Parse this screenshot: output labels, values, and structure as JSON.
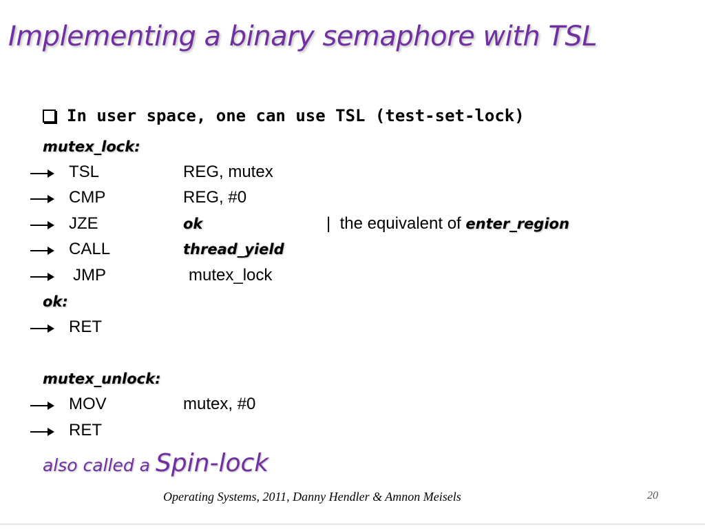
{
  "slide": {
    "title": "Implementing a binary semaphore with TSL",
    "bullet": "In user space, one can use TSL (test-set-lock)",
    "labels": {
      "mutex_lock": "mutex_lock:",
      "ok": "ok:",
      "mutex_unlock": "mutex_unlock:"
    },
    "code": {
      "tsl": {
        "op": "TSL",
        "operand": "REG, mutex"
      },
      "cmp": {
        "op": "CMP",
        "operand": "REG, #0"
      },
      "jze": {
        "op": "JZE",
        "operand": "ok",
        "comment_prefix": "|  the equivalent of ",
        "comment_emphasis": "enter_region"
      },
      "call": {
        "op": "CALL",
        "operand": "thread_yield"
      },
      "jmp": {
        "op": "JMP",
        "operand": "mutex_lock"
      },
      "ret1": {
        "op": "RET"
      },
      "mov": {
        "op": "MOV",
        "operand": "mutex, #0"
      },
      "ret2": {
        "op": "RET"
      }
    },
    "spin_prefix": "also called a ",
    "spin_emphasis": "Spin-lock",
    "footer": "Operating Systems, 2011,  Danny Hendler & Amnon Meisels",
    "page_number": "20"
  },
  "colors": {
    "accent": "#7030a0",
    "text": "#000000"
  },
  "icons": {
    "bullet": "checkbox-square-icon",
    "arrow": "right-arrow-icon"
  }
}
